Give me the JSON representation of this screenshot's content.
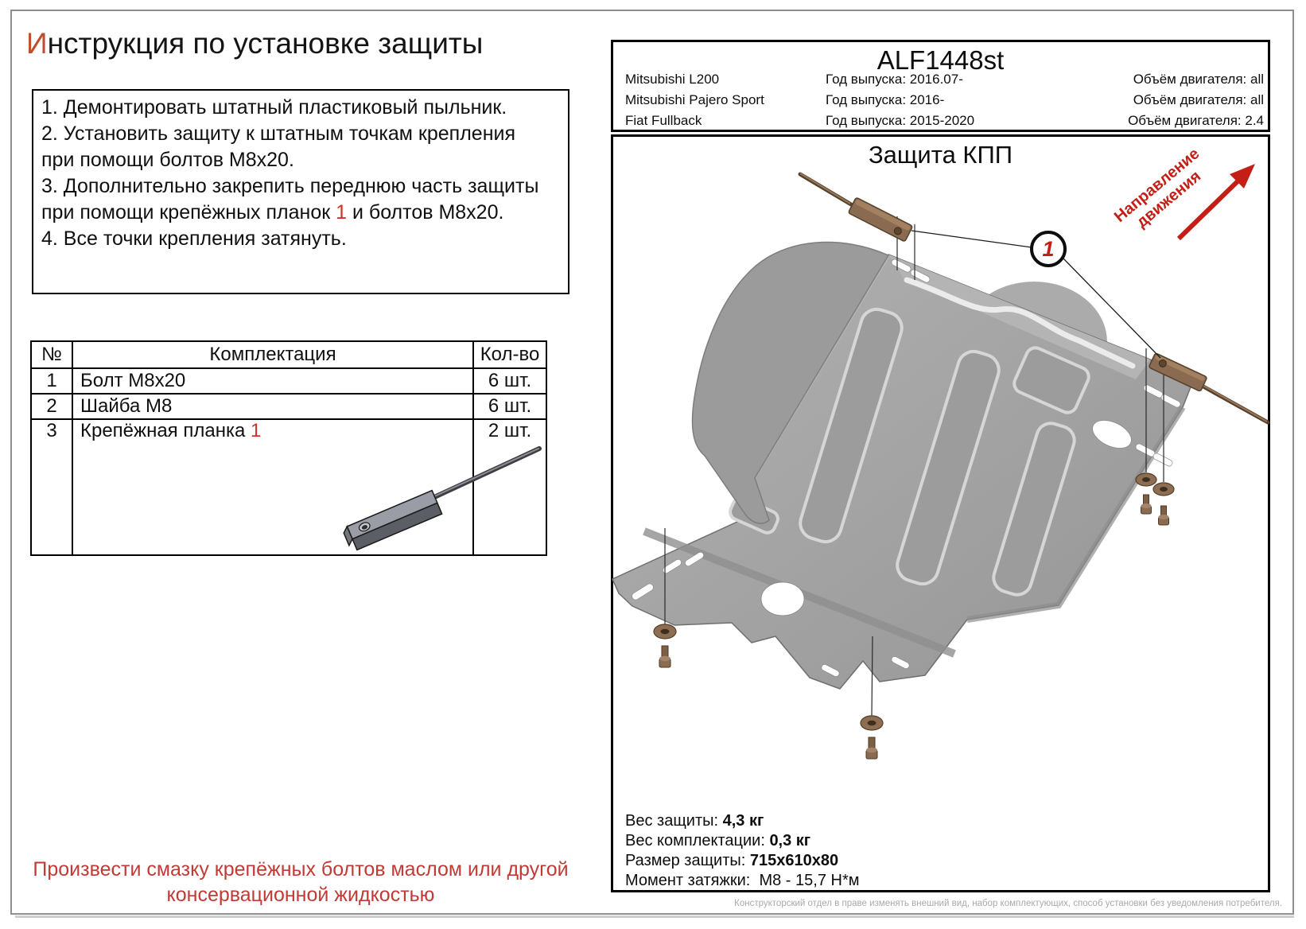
{
  "page": {
    "title_first_letter": "И",
    "title_rest": "нструкция по установке защиты",
    "grease_note": "Произвести смазку крепёжных болтов маслом или другой консервационной жидкостью",
    "disclaimer": "Конструкторский отдел в праве изменять внешний вид, набор комплектующих, способ установки без уведомления потребителя."
  },
  "instructions": {
    "items": [
      {
        "pre": "1. Демонтировать штатный пластиковый пыльник.",
        "red": "",
        "post": ""
      },
      {
        "pre": "2. Установить защиту к штатным точкам крепления при помощи болтов М8х20.",
        "red": "",
        "post": ""
      },
      {
        "pre": "3. Дополнительно закрепить переднюю часть защиты при помощи крепёжных планок ",
        "red": "1",
        "post": " и болтов М8х20."
      },
      {
        "pre": "4. Все точки крепления затянуть.",
        "red": "",
        "post": ""
      }
    ]
  },
  "parts_table": {
    "headers": {
      "num": "№",
      "name": "Комплектация",
      "qty": "Кол-во"
    },
    "rows": [
      {
        "num": "1",
        "name": "Болт М8х20",
        "name_red": "",
        "qty": "6 шт."
      },
      {
        "num": "2",
        "name": "Шайба М8",
        "name_red": "",
        "qty": "6 шт."
      },
      {
        "num": "3",
        "name": "Крепёжная планка ",
        "name_red": "1",
        "qty": "2 шт."
      }
    ]
  },
  "product": {
    "code": "ALF1448st",
    "vehicles": [
      {
        "name": "Mitsubishi L200",
        "year_label": "Год выпуска: 2016.07-",
        "engine_label": "Объём двигателя: all"
      },
      {
        "name": "Mitsubishi Pajero Sport",
        "year_label": "Год выпуска: 2016-",
        "engine_label": "Объём двигателя: all"
      },
      {
        "name": "Fiat Fullback",
        "year_label": "Год выпуска: 2015-2020",
        "engine_label": "Объём двигателя: 2.4"
      }
    ]
  },
  "drawing": {
    "title": "Защита КПП",
    "direction_line1": "Направление",
    "direction_line2": "движения",
    "callout_number": "1",
    "specs": [
      {
        "label": "Вес защиты: ",
        "value": "4,3 кг"
      },
      {
        "label": "Вес комплектации: ",
        "value": "0,3 кг"
      },
      {
        "label": "Размер защиты: ",
        "value": "715х610х80"
      },
      {
        "label": "Момент затяжки:  ",
        "value": "М8 - 15,7 Н*м"
      }
    ],
    "colors": {
      "accent_red": "#c41f16",
      "title_accent": "#bf4e2c",
      "note_red": "#c23a36",
      "metal_gray": "#a2a2a2",
      "hardware_brown": "#8a6b52"
    }
  }
}
